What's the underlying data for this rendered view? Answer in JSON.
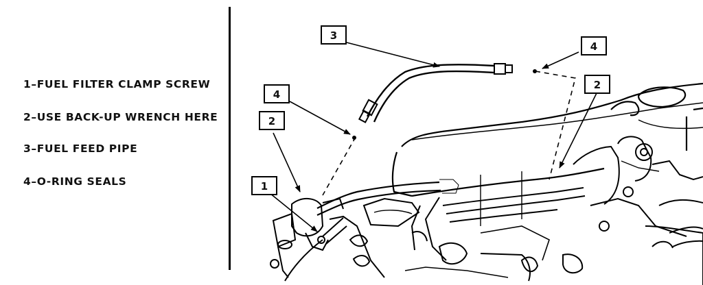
{
  "legend": {
    "items": [
      "1–FUEL FILTER CLAMP SCREW",
      "2–USE BACK-UP WRENCH HERE",
      "3–FUEL FEED PIPE",
      "4–O-RING SEALS"
    ]
  },
  "callouts": [
    "3",
    "4",
    "4",
    "2",
    "2",
    "1"
  ]
}
